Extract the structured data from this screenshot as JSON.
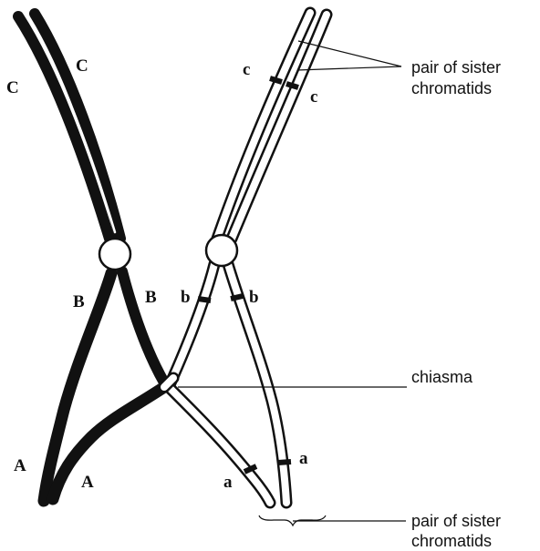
{
  "labels": {
    "C_left": "C",
    "C_right": "C",
    "B_left": "B",
    "B_right": "B",
    "A_left": "A",
    "A_right": "A",
    "c_left": "c",
    "c_right": "c",
    "b_left": "b",
    "b_right": "b",
    "a_left": "a",
    "a_right": "a"
  },
  "callouts": {
    "sister_top_line1": "pair of sister",
    "sister_top_line2": "chromatids",
    "chiasma": "chiasma",
    "sister_bottom_line1": "pair of sister",
    "sister_bottom_line2": "chromatids"
  },
  "colors": {
    "ink": "#111111",
    "paper": "#ffffff"
  }
}
